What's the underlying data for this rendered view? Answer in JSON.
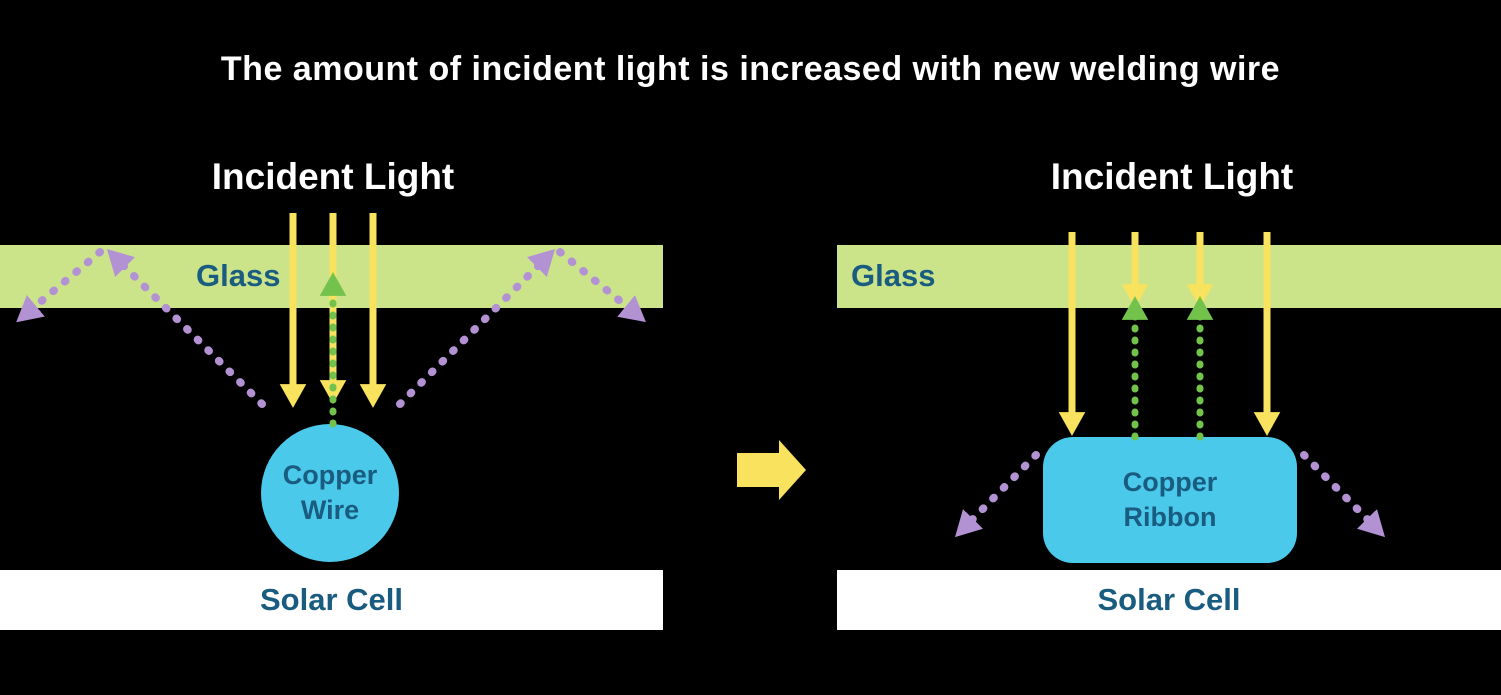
{
  "title": "The amount of incident light is increased with new welding wire",
  "left": {
    "incident_light": "Incident Light",
    "glass": "Glass",
    "conductor_line1": "Copper",
    "conductor_line2": "Wire",
    "solar_cell": "Solar Cell"
  },
  "right": {
    "incident_light": "Incident Light",
    "glass": "Glass",
    "conductor_line1": "Copper",
    "conductor_line2": "Ribbon",
    "solar_cell": "Solar Cell"
  },
  "colors": {
    "background": "#000000",
    "title_text": "#ffffff",
    "glass_fill": "#cbe48a",
    "label_text": "#195c80",
    "incident_arrow_yellow": "#f8e25e",
    "reflected_arrow_purple": "#b392d4",
    "transmitted_arrow_green": "#72c24c",
    "conductor_fill": "#4ac9eb",
    "solar_cell_fill": "#ffffff"
  }
}
